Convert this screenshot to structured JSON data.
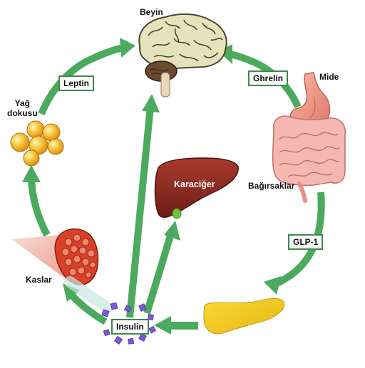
{
  "organs": {
    "brain": "Beyin",
    "stomach": "Mide",
    "intestines": "Bağırsaklar",
    "liver": "Karaciğer",
    "fat": "Yağ\ndokusu",
    "muscles": "Kaslar"
  },
  "hormones": {
    "leptin": "Leptin",
    "ghrelin": "Ghrelin",
    "glp1": "GLP-1",
    "insulin": "Insulin"
  },
  "colors": {
    "arrow": "#4caa5e",
    "box_border": "#3a8a4a",
    "liver": "#8e2a22",
    "pancreas": "#f2c81a",
    "muscle": "#d8402a",
    "fat": "#f0b020",
    "brain": "#e6e3bc",
    "intestine": "#f0a0a0",
    "insulin_particles": "#7b58d8"
  }
}
